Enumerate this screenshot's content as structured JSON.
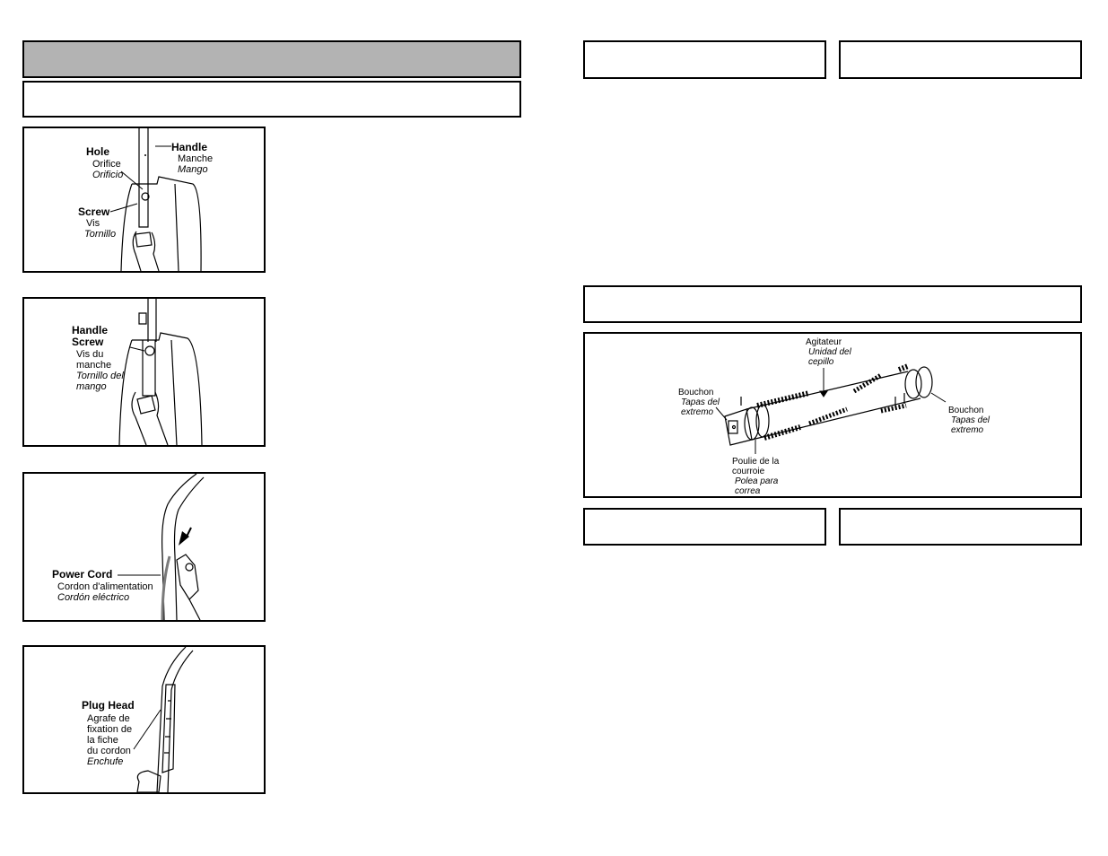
{
  "fig1": {
    "hole": "Hole",
    "hole_fr": "Orifice",
    "hole_es": "Orificio",
    "handle": "Handle",
    "handle_fr": "Manche",
    "handle_es": "Mango",
    "screw": "Screw",
    "screw_fr": "Vis",
    "screw_es": "Tornillo"
  },
  "fig2": {
    "handle_screw_1": "Handle",
    "handle_screw_2": "Screw",
    "fr_1": "Vis du",
    "fr_2": "manche",
    "es_1": "Tornillo del",
    "es_2": "mango"
  },
  "fig3": {
    "power_cord": "Power Cord",
    "fr": "Cordon d'alimentation",
    "es": "Cordón eléctrico"
  },
  "fig4": {
    "plug_head": "Plug Head",
    "fr_1": "Agrafe de",
    "fr_2": "fixation de",
    "fr_3": "la fiche",
    "fr_4": "du cordon",
    "es": "Enchufe"
  },
  "agitator_fig": {
    "agitator_fr": "Agitateur",
    "agitator_es_1": "Unidad del",
    "agitator_es_2": "cepillo",
    "left_cap_fr": "Bouchon",
    "left_cap_es_1": "Tapas del",
    "left_cap_es_2": "extremo",
    "right_cap_fr": "Bouchon",
    "right_cap_es_1": "Tapas del",
    "right_cap_es_2": "extremo",
    "pulley_fr_1": "Poulie de la",
    "pulley_fr_2": "courroie",
    "pulley_es_1": "Polea para",
    "pulley_es_2": "correa"
  }
}
